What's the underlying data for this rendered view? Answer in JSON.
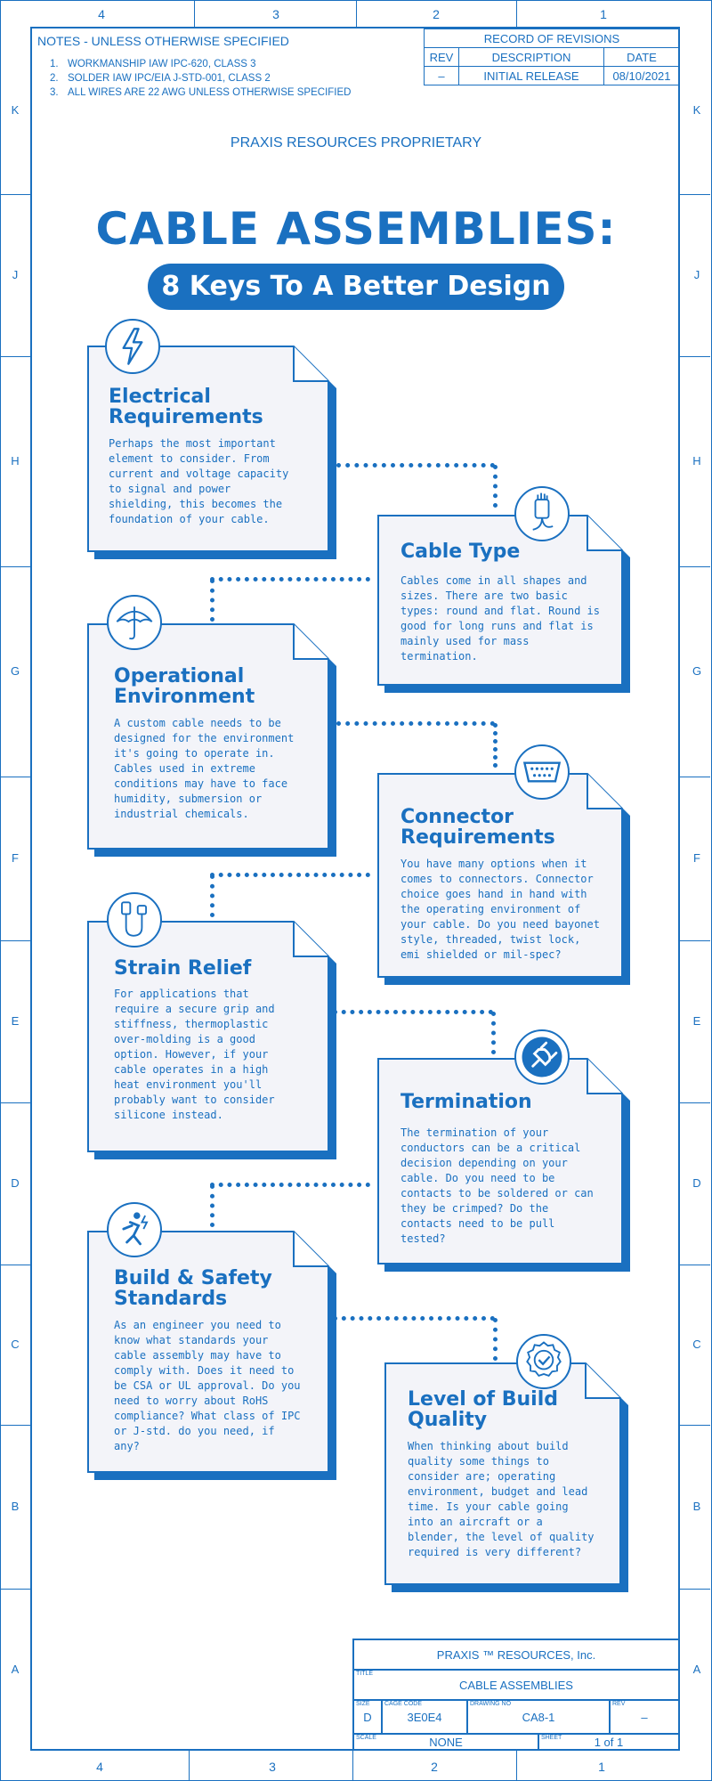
{
  "border": {
    "columns": [
      "4",
      "3",
      "2",
      "1"
    ],
    "rows": [
      "K",
      "J",
      "H",
      "G",
      "F",
      "E",
      "D",
      "C",
      "B",
      "A"
    ]
  },
  "notes": {
    "title": "NOTES - UNLESS OTHERWISE SPECIFIED",
    "items": [
      {
        "num": "1.",
        "text": "WORKMANSHIP IAW IPC-620, CLASS 3"
      },
      {
        "num": "2.",
        "text": "SOLDER IAW IPC/EIA J-STD-001, CLASS 2"
      },
      {
        "num": "3.",
        "text": "ALL WIRES ARE 22 AWG UNLESS OTHERWISE SPECIFIED"
      }
    ]
  },
  "revisions": {
    "title": "RECORD OF REVISIONS",
    "headers": [
      "REV",
      "DESCRIPTION",
      "DATE"
    ],
    "row": [
      "–",
      "INITIAL RELEASE",
      "08/10/2021"
    ]
  },
  "proprietary": "PRAXIS RESOURCES PROPRIETARY",
  "title": "CABLE ASSEMBLIES:",
  "subtitle": "8 Keys To A Better Design",
  "cards": [
    {
      "title": "Electrical\nRequirements",
      "icon": "lightning-icon",
      "body": "Perhaps the most important\nelement to consider. From\ncurrent and voltage capacity\nto signal and power\nshielding, this becomes the\nfoundation of your cable."
    },
    {
      "title": "Cable Type",
      "icon": "cable-bundle-icon",
      "body": "Cables come in all shapes and\nsizes. There are two basic\ntypes: round and flat. Round is\ngood for long runs and flat is\nmainly used for mass\ntermination."
    },
    {
      "title": "Operational\nEnvironment",
      "icon": "umbrella-icon",
      "body": "A custom cable needs to be\ndesigned for the environment\nit's going to operate in.\nCables used in extreme\nconditions may have to face\nhumidity, submersion or\nindustrial chemicals."
    },
    {
      "title": "Connector\nRequirements",
      "icon": "d-sub-connector-icon",
      "body": "You have many options when it\ncomes to connectors. Connector\nchoice goes hand in hand with\nthe operating environment of\nyour cable. Do you need bayonet\nstyle, threaded, twist lock,\nemi shielded or mil-spec?"
    },
    {
      "title": "Strain Relief",
      "icon": "usb-cable-icon",
      "body": "For applications that\nrequire a secure grip and\nstiffness, thermoplastic\nover-molding is a good\noption. However, if your\ncable operates in a high\nheat environment you'll\nprobably want to consider\nsilicone instead."
    },
    {
      "title": "Termination",
      "icon": "plug-icon",
      "body": "The termination of your\nconductors can be a critical\ndecision depending on your\ncable. Do you need to be\ncontacts to be soldered or can\nthey be crimped? Do the\ncontacts need to be pull\ntested?"
    },
    {
      "title": "Build & Safety\nStandards",
      "icon": "electric-hazard-icon",
      "body": "As an engineer you need to\nknow what standards your\ncable assembly may have to\ncomply with. Does it need to\nbe CSA or UL approval. Do you\nneed to worry about RoHS\ncompliance? What class of IPC\nor J-std. do you need, if\nany?"
    },
    {
      "title": "Level of Build\nQuality",
      "icon": "quality-badge-icon",
      "body": "When thinking about build\nquality some things to\nconsider are; operating\nenvironment, budget and lead\ntime. Is your cable going\ninto an aircraft or a\nblender, the level of quality\nrequired is very different?"
    }
  ],
  "title_block": {
    "company": "PRAXIS ™ RESOURCES, Inc.",
    "title_label": "TITLE",
    "title": "CABLE ASSEMBLIES",
    "size_label": "SIZE",
    "size": "D",
    "cage_label": "CAGE CODE",
    "cage": "3E0E4",
    "drawing_label": "DRAWING NO",
    "drawing": "CA8-1",
    "rev_label": "REV",
    "rev": "–",
    "scale_label": "SCALE",
    "scale": "NONE",
    "sheet_label": "SHEET",
    "sheet": "1 of 1"
  },
  "colors": {
    "primary": "#1a70c0",
    "card_bg": "#f3f4f9"
  }
}
